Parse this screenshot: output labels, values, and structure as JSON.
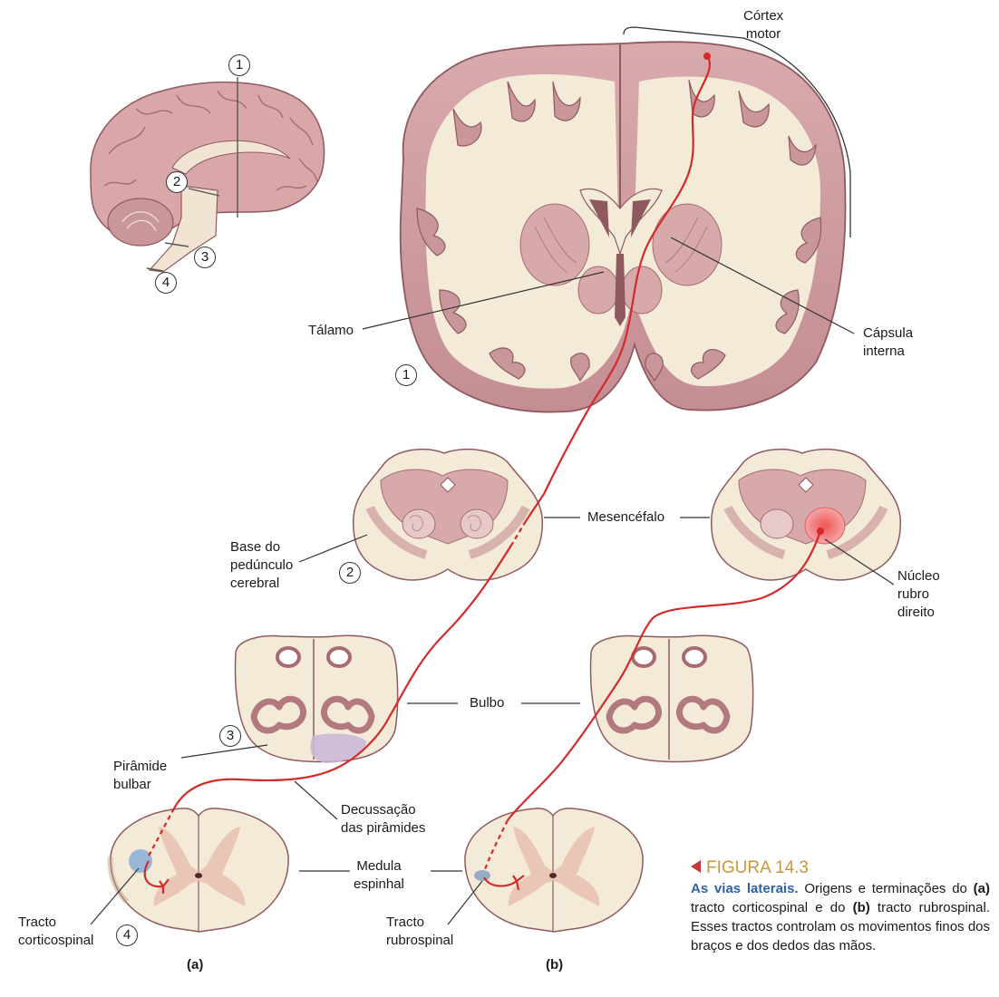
{
  "labels": {
    "cortex_motor": "Córtex\nmotor",
    "talamo": "Tálamo",
    "capsula_interna": "Cápsula\ninterna",
    "mesencefalo": "Mesencéfalo",
    "base_pedunculo": "Base do\npedúnculo\ncerebral",
    "nucleo_rubro": "Núcleo\nrubro\ndireito",
    "bulbo": "Bulbo",
    "piramide_bulbar": "Pirâmide\nbulbar",
    "decussacao": "Decussação\ndas pirâmides",
    "medula_espinhal": "Medula\nespinhal",
    "tracto_corticospinal": "Tracto\ncorticospinal",
    "tracto_rubrospinal": "Tracto\nrubrospinal",
    "panel_a": "(a)",
    "panel_b": "(b)"
  },
  "section_numbers": {
    "n1_sagittal": "1",
    "n2_sagittal": "2",
    "n3_sagittal": "3",
    "n4_sagittal": "4",
    "n1_coronal": "1",
    "n2_midbrain": "2",
    "n3_medulla": "3",
    "n4_spinal": "4"
  },
  "caption": {
    "figure_label": "FIGURA 14.3",
    "lead": "As vias laterais.",
    "text_1": " Origens e terminações do ",
    "a_mark": "(a)",
    "text_2": " tracto corticospinal e do ",
    "b_mark": "(b)",
    "text_3": " tracto rubrospinal. Esses tractos controlam os movimentos finos dos braços e dos dedos das mãos."
  },
  "colors": {
    "tract_red": "#d42a2a",
    "grey_matter": "#c9969a",
    "white_matter": "#f4ead8",
    "tissue_dark": "#8e5a60",
    "caption_accent": "#c8973b",
    "caption_lead": "#2d63a6"
  }
}
